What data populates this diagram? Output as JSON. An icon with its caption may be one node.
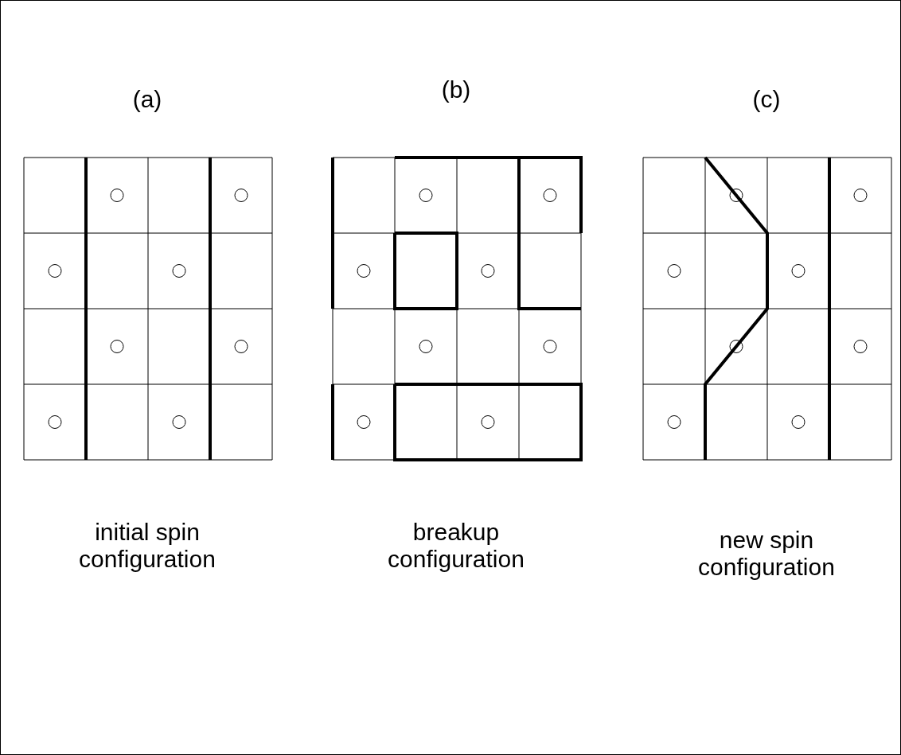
{
  "diagram": {
    "labels": [
      "(a)",
      "(b)",
      "(c)",
      "initial spin configuration",
      "breakup configuration",
      "new spin configuration"
    ]
  }
}
